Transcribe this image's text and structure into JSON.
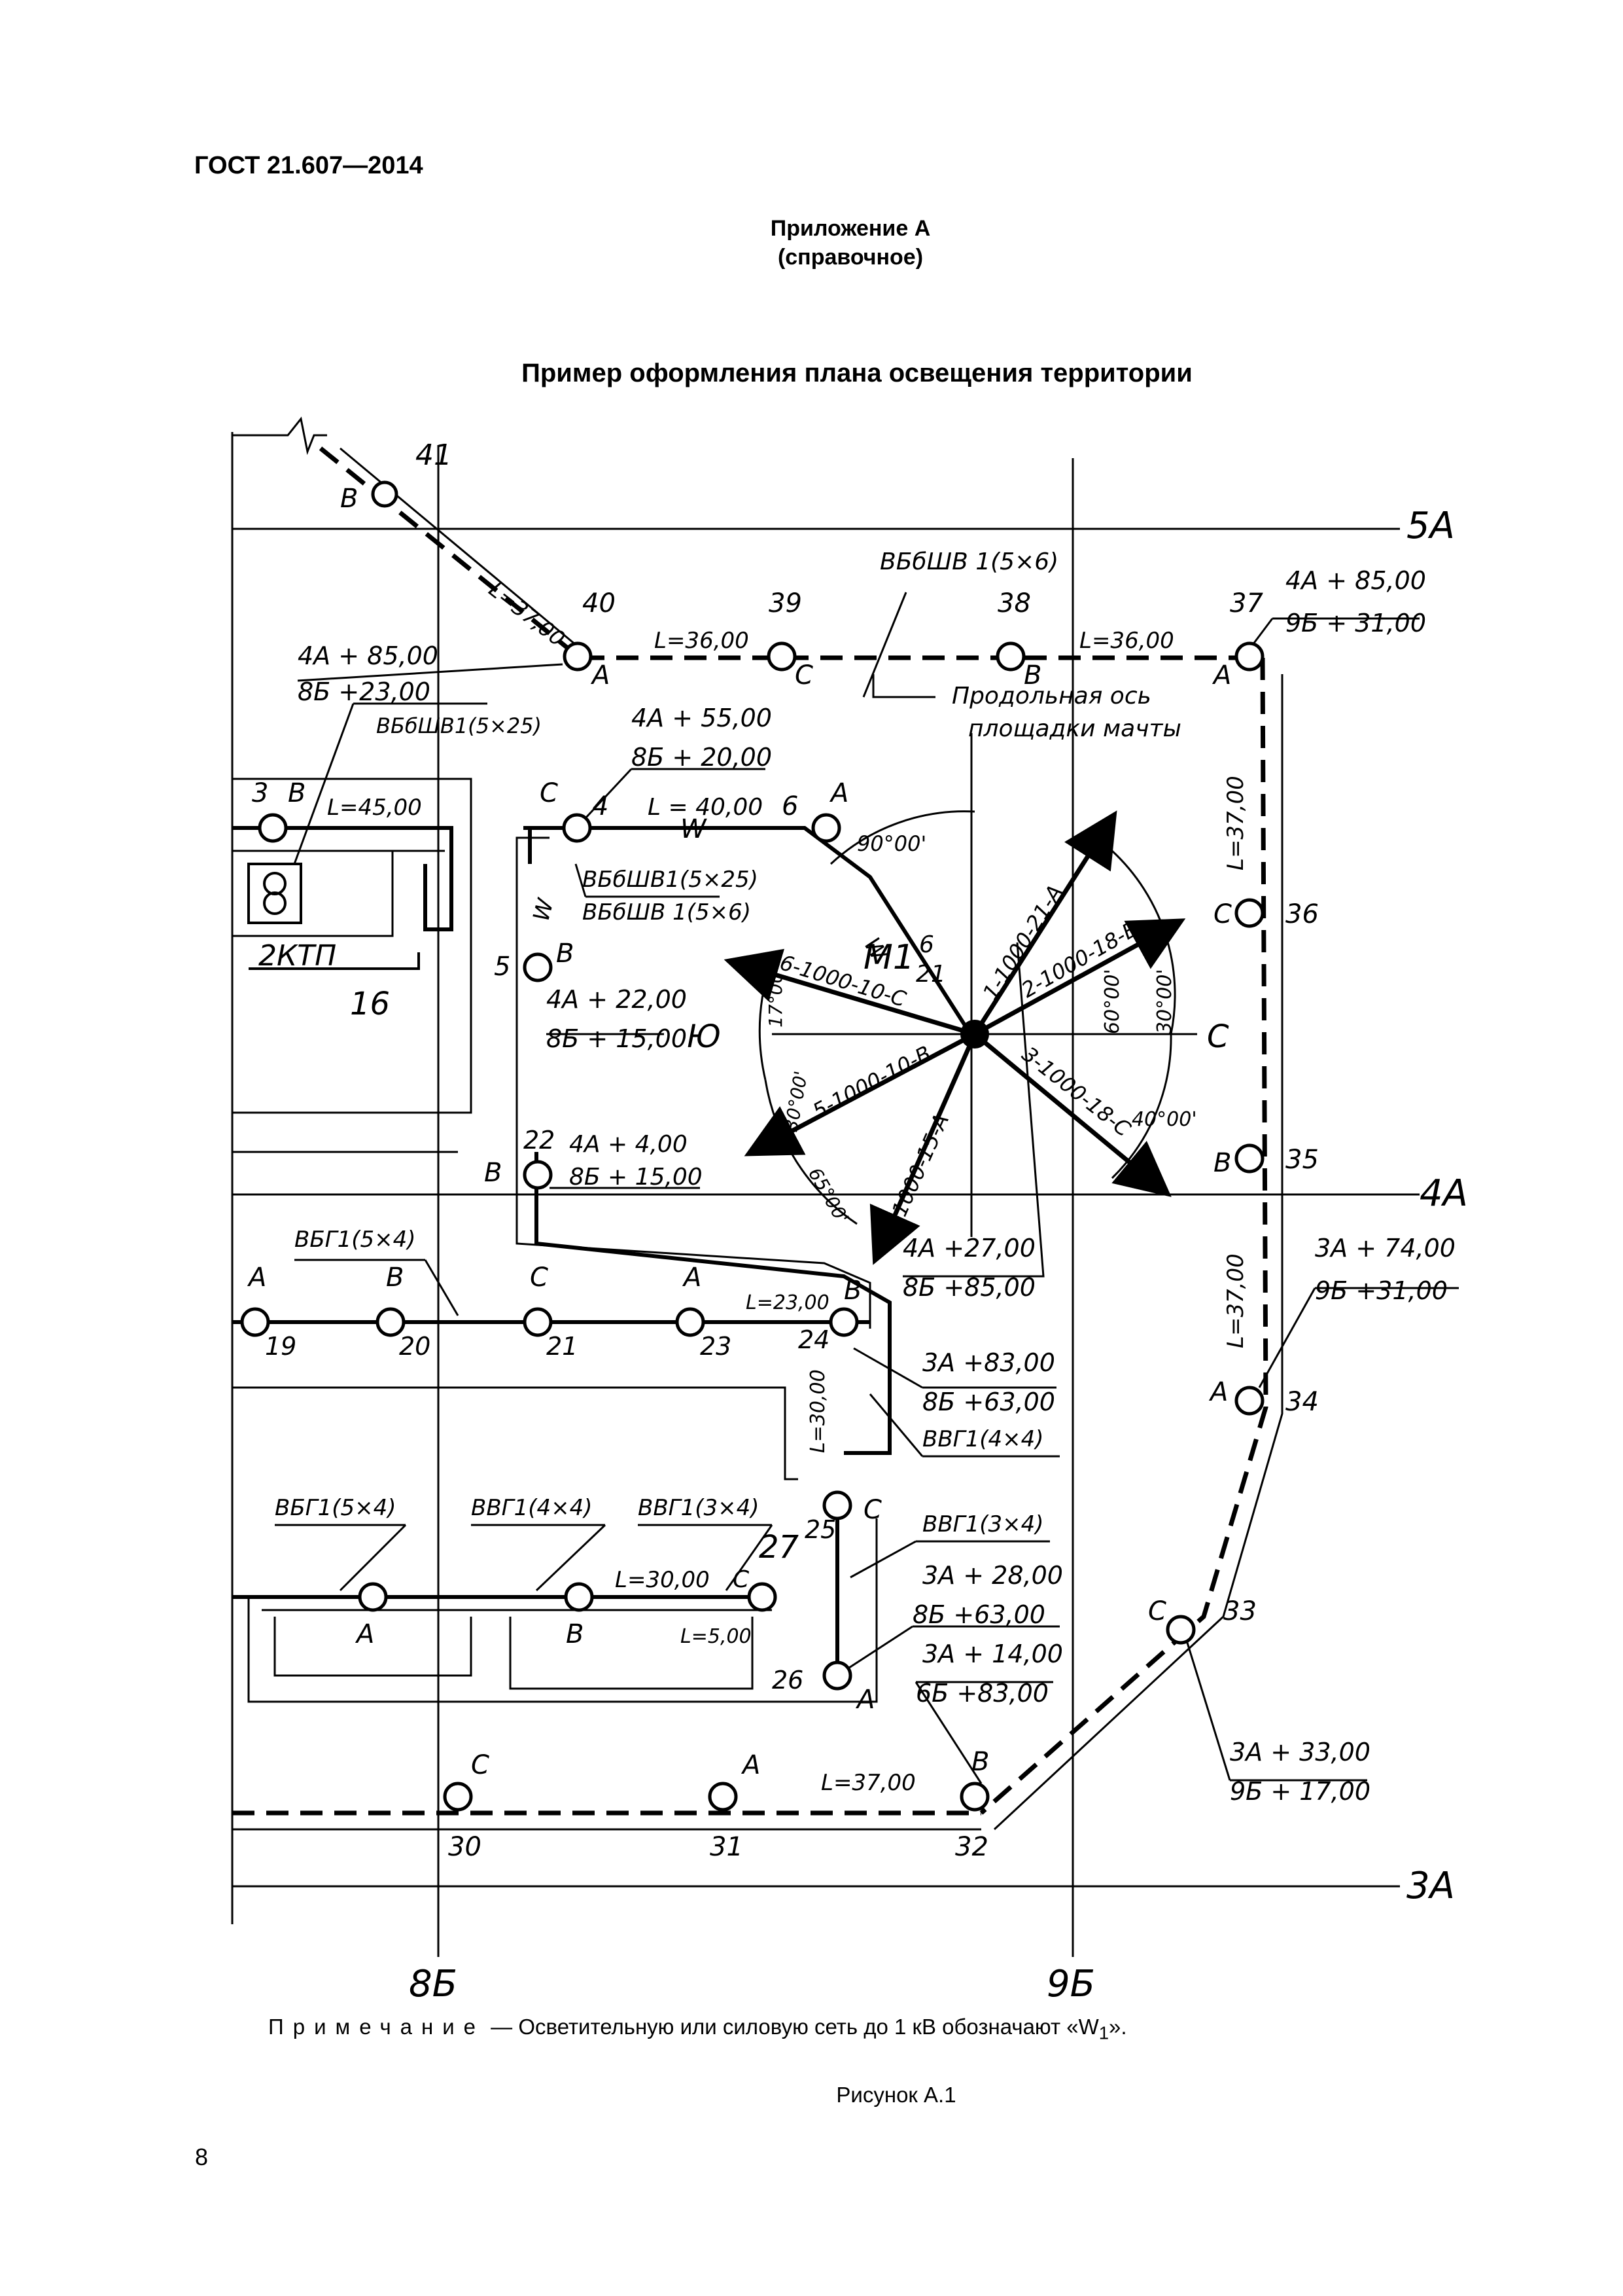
{
  "header": {
    "standard": "ГОСТ 21.607—2014"
  },
  "appendix": {
    "title": "Приложение А",
    "subtitle": "(справочное)"
  },
  "figure": {
    "title": "Пример оформления плана освещения территории",
    "caption": "Рисунок А.1"
  },
  "note": {
    "label": "Примечание",
    "dash": " — ",
    "text_before": "Осветительную или силовую сеть до 1 кВ обозначают «W",
    "sub": "1",
    "text_after": "»."
  },
  "page_number": "8",
  "drawing": {
    "axes": {
      "row_5a": "5A",
      "row_4a": "4A",
      "row_3a": "3A",
      "col_8b": "8Б",
      "col_9b": "9Б"
    },
    "poles": {
      "p41": "41",
      "p40": "40",
      "p39": "39",
      "p38": "38",
      "p37": "37",
      "p36": "36",
      "p35": "35",
      "p34": "34",
      "p33": "33",
      "p32": "32",
      "p31": "31",
      "p30": "30",
      "p3": "3",
      "p4": "4",
      "p5": "5",
      "p6": "6",
      "p19": "19",
      "p20": "20",
      "p21": "21",
      "p22": "22",
      "p23": "23",
      "p24": "24",
      "p25": "25",
      "p26": "26",
      "p27": "27"
    },
    "phases": {
      "a": "A",
      "b": "B",
      "c": "C"
    },
    "cables": {
      "vbshv_5x6": "ВБбШВ 1(5×6)",
      "vbshv_5x25": "ВБбШВ1(5×25)",
      "vvg_5x4": "ВБГ1(5×4)",
      "vvg_4x4": "ВВГ1(4×4)",
      "vvg_3x4": "ВВГ1(3×4)"
    },
    "lengths": {
      "l3700": "L=37,00",
      "l3600": "L=36,00",
      "l4500": "L=45,00",
      "l4000": "L = 40,00",
      "l2300": "L=23,00",
      "l3000": "L=30,00",
      "l500": "L=5,00"
    },
    "coords": {
      "c37_top": "4А + 85,00",
      "c37_bot": "9Б + 31,00",
      "c40_top": "4А + 85,00",
      "c40_bot": "8Б +23,00",
      "c4_top": "4А + 55,00",
      "c4_bot": "8Б + 20,00",
      "c5_top": "4А + 22,00",
      "c5_bot": "8Б + 15,00",
      "c22_top": "4А + 4,00",
      "c22_bot": "8Б + 15,00",
      "cmast_top": "4А +27,00",
      "cmast_bot": "8Б +85,00",
      "c34_top": "3А + 74,00",
      "c34_bot": "9Б +31,00",
      "c24_top": "3А +83,00",
      "c24_bot": "8Б +63,00",
      "c26_top": "3А + 28,00",
      "c26_bot": "8Б +63,00",
      "c32_top": "3А + 14,00",
      "c32_bot": "6Б +83,00",
      "c33_top": "3А + 33,00",
      "c33_bot": "9Б + 17,00"
    },
    "mast": {
      "name": "М1",
      "frac_top": "6",
      "frac_bot": "21",
      "axis_label_1": "Продольная  ось",
      "axis_label_2": "площадки  мачты",
      "angle_90": "90°00'",
      "angle_60": "60°00'",
      "angle_30": "30°00'",
      "angle_40": "40°00'",
      "angle_17": "17°00'",
      "angle_30b": "30°00'",
      "angle_65": "65°00'",
      "dir_north": "Ю",
      "dir_east": "С",
      "ray1": "1-1000-21-А",
      "ray2": "2-1000-18-В",
      "ray3": "3-1000-18-С",
      "ray4": "4-1000-15-А",
      "ray5": "5-1000-10-В",
      "ray6": "6-1000-10-С"
    },
    "ktp": {
      "label": "2КТП",
      "building": "16"
    },
    "feeder": "W"
  }
}
